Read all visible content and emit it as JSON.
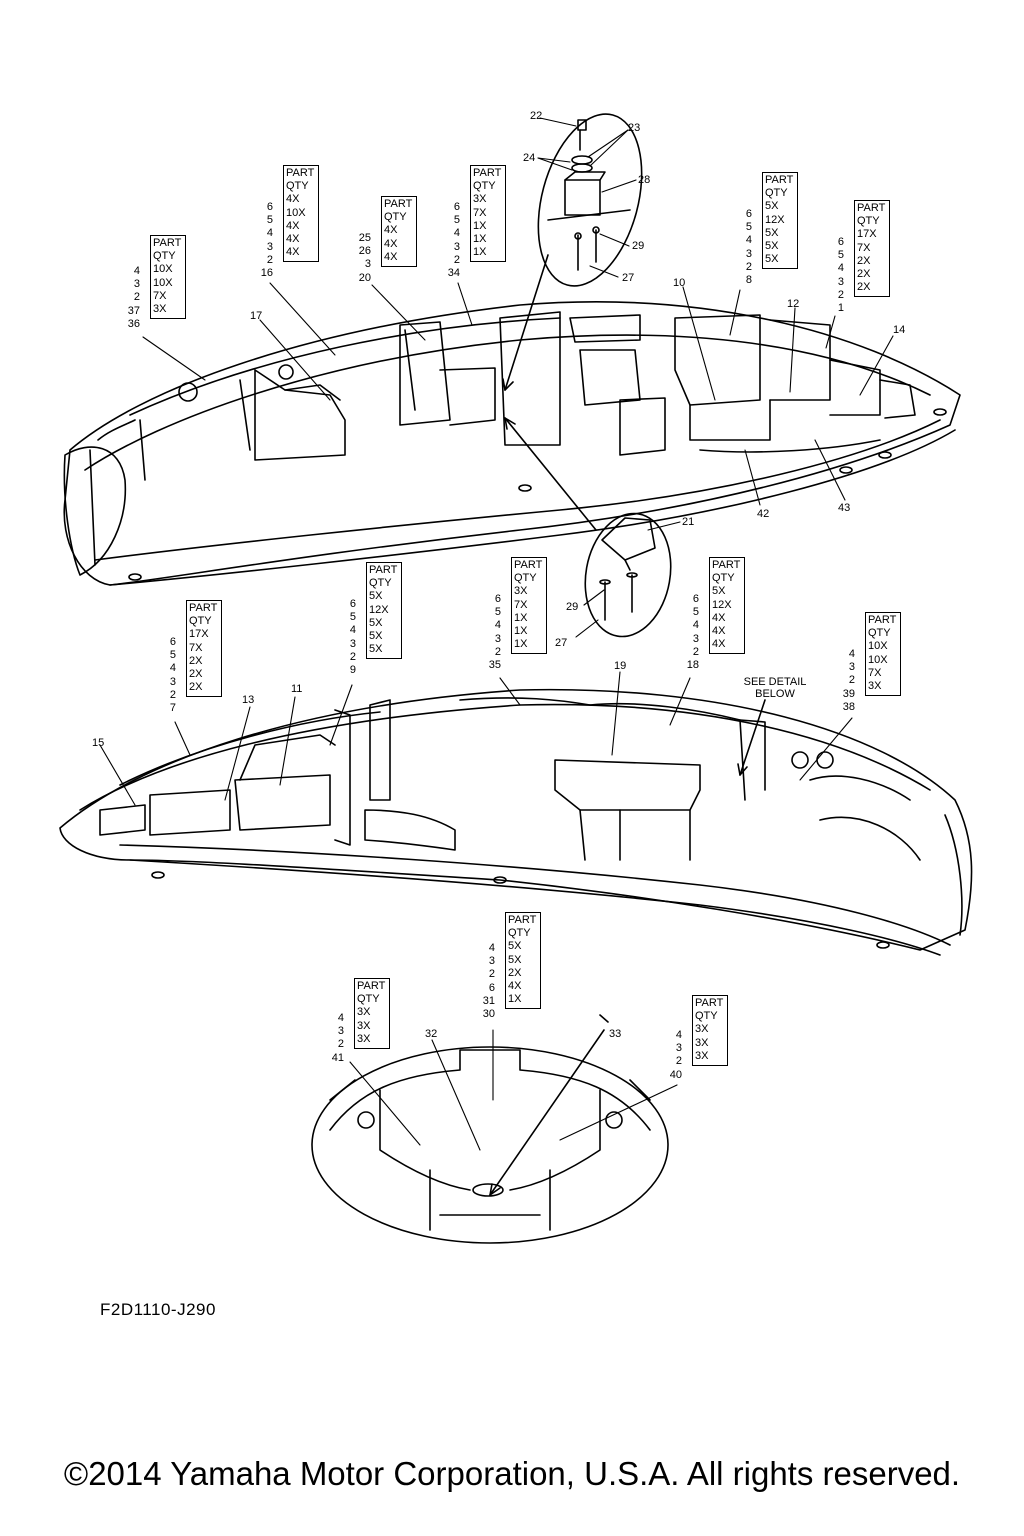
{
  "qty_tables": [
    {
      "id": "t1",
      "header": [
        "PART",
        "QTY"
      ],
      "parts": [
        "4",
        "3",
        "2",
        "37"
      ],
      "qtys": [
        "10X",
        "10X",
        "7X",
        "3X"
      ],
      "ref": "36"
    },
    {
      "id": "t2",
      "header": [
        "PART",
        "QTY"
      ],
      "parts": [
        "6",
        "5",
        "4",
        "3",
        "2"
      ],
      "qtys": [
        "4X",
        "10X",
        "4X",
        "4X",
        "4X"
      ],
      "ref": "16"
    },
    {
      "id": "t3",
      "header": [
        "PART",
        "QTY"
      ],
      "parts": [
        "25",
        "26",
        "3"
      ],
      "qtys": [
        "4X",
        "4X",
        "4X"
      ],
      "ref": "20"
    },
    {
      "id": "t4",
      "header": [
        "PART",
        "QTY"
      ],
      "parts": [
        "6",
        "5",
        "4",
        "3",
        "2"
      ],
      "qtys": [
        "3X",
        "7X",
        "1X",
        "1X",
        "1X"
      ],
      "ref": "34"
    },
    {
      "id": "t5",
      "header": [
        "PART",
        "QTY"
      ],
      "parts": [
        "6",
        "5",
        "4",
        "3",
        "2"
      ],
      "qtys": [
        "5X",
        "12X",
        "5X",
        "5X",
        "5X"
      ],
      "ref": "8"
    },
    {
      "id": "t6",
      "header": [
        "PART",
        "QTY"
      ],
      "parts": [
        "6",
        "5",
        "4",
        "3",
        "2"
      ],
      "qtys": [
        "17X",
        "7X",
        "2X",
        "2X",
        "2X"
      ],
      "ref": "1"
    },
    {
      "id": "t7",
      "header": [
        "PART",
        "QTY"
      ],
      "parts": [
        "6",
        "5",
        "4",
        "3",
        "2"
      ],
      "qtys": [
        "17X",
        "7X",
        "2X",
        "2X",
        "2X"
      ],
      "ref": "7"
    },
    {
      "id": "t8",
      "header": [
        "PART",
        "QTY"
      ],
      "parts": [
        "6",
        "5",
        "4",
        "3",
        "2"
      ],
      "qtys": [
        "5X",
        "12X",
        "5X",
        "5X",
        "5X"
      ],
      "ref": "9"
    },
    {
      "id": "t9",
      "header": [
        "PART",
        "QTY"
      ],
      "parts": [
        "6",
        "5",
        "4",
        "3",
        "2"
      ],
      "qtys": [
        "3X",
        "7X",
        "1X",
        "1X",
        "1X"
      ],
      "ref": "35"
    },
    {
      "id": "t10",
      "header": [
        "PART",
        "QTY"
      ],
      "parts": [
        "6",
        "5",
        "4",
        "3",
        "2"
      ],
      "qtys": [
        "5X",
        "12X",
        "4X",
        "4X",
        "4X"
      ],
      "ref": "18"
    },
    {
      "id": "t11",
      "header": [
        "PART",
        "QTY"
      ],
      "parts": [
        "4",
        "3",
        "2",
        "39"
      ],
      "qtys": [
        "10X",
        "10X",
        "7X",
        "3X"
      ],
      "ref": "38"
    },
    {
      "id": "t12",
      "header": [
        "PART",
        "QTY"
      ],
      "parts": [
        "4",
        "3",
        "2",
        "6",
        "31"
      ],
      "qtys": [
        "5X",
        "5X",
        "2X",
        "4X",
        "1X"
      ],
      "ref": "30"
    },
    {
      "id": "t13",
      "header": [
        "PART",
        "QTY"
      ],
      "parts": [
        "4",
        "3",
        "2"
      ],
      "qtys": [
        "3X",
        "3X",
        "3X"
      ],
      "ref": "41"
    },
    {
      "id": "t14",
      "header": [
        "PART",
        "QTY"
      ],
      "parts": [
        "4",
        "3",
        "2"
      ],
      "qtys": [
        "3X",
        "3X",
        "3X"
      ],
      "ref": "40"
    }
  ],
  "callouts": [
    {
      "id": "c22",
      "text": "22"
    },
    {
      "id": "c23",
      "text": "23"
    },
    {
      "id": "c24",
      "text": "24"
    },
    {
      "id": "c28",
      "text": "28"
    },
    {
      "id": "c29a",
      "text": "29"
    },
    {
      "id": "c27a",
      "text": "27"
    },
    {
      "id": "c10",
      "text": "10"
    },
    {
      "id": "c12",
      "text": "12"
    },
    {
      "id": "c14",
      "text": "14"
    },
    {
      "id": "c17",
      "text": "17"
    },
    {
      "id": "c42",
      "text": "42"
    },
    {
      "id": "c43",
      "text": "43"
    },
    {
      "id": "c21",
      "text": "21"
    },
    {
      "id": "c29b",
      "text": "29"
    },
    {
      "id": "c27b",
      "text": "27"
    },
    {
      "id": "c19",
      "text": "19"
    },
    {
      "id": "c11",
      "text": "11"
    },
    {
      "id": "c13",
      "text": "13"
    },
    {
      "id": "c15",
      "text": "15"
    },
    {
      "id": "c32",
      "text": "32"
    },
    {
      "id": "c33",
      "text": "33"
    }
  ],
  "detail_note": "SEE DETAIL\nBELOW",
  "drawing_code": "F2D1110-J290",
  "copyright": "©2014 Yamaha Motor Corporation, U.S.A. All rights reserved."
}
